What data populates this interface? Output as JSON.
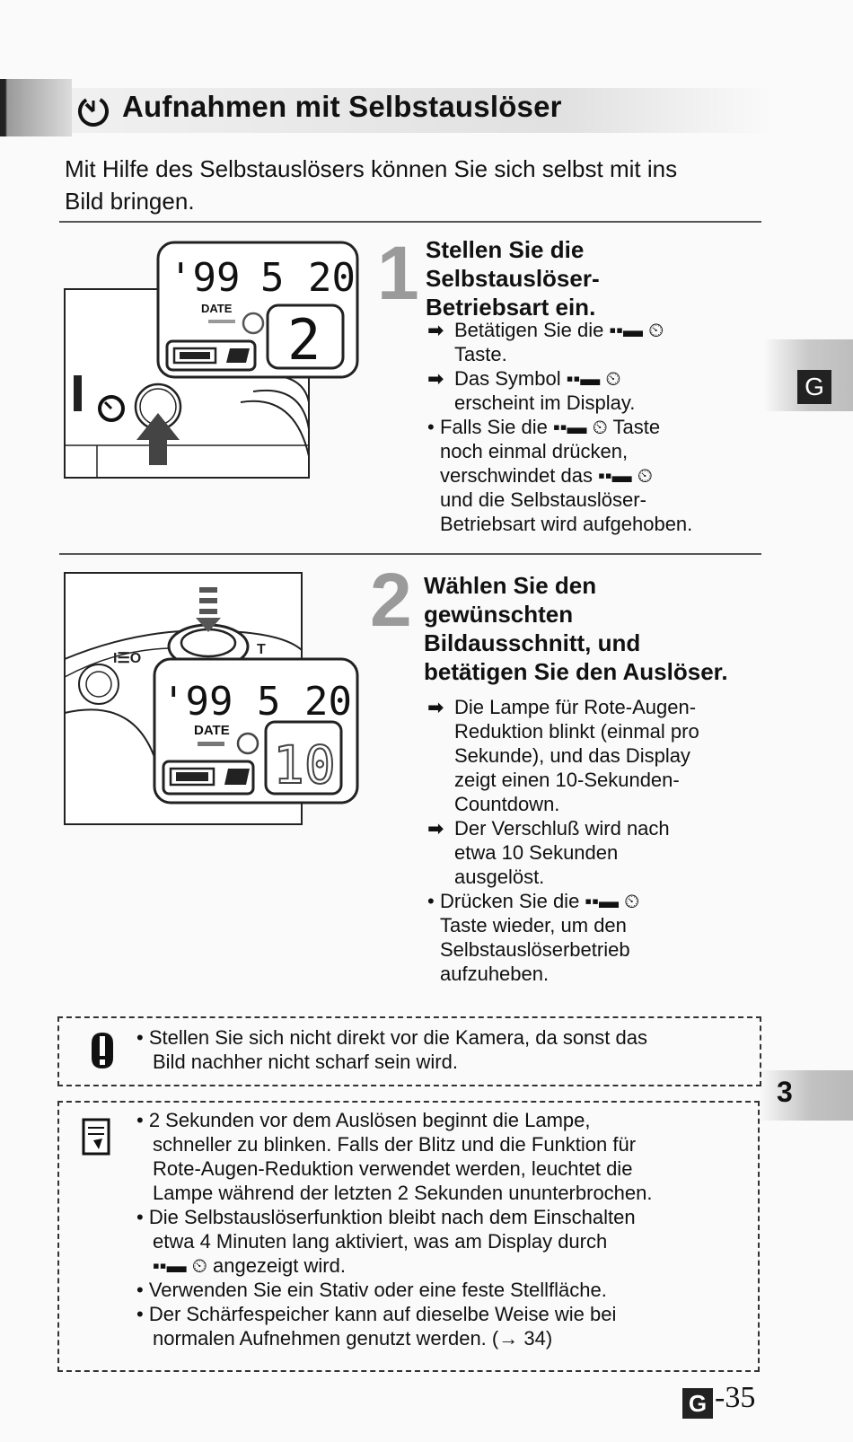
{
  "header": {
    "title": "Aufnahmen mit Selbstauslöser",
    "intro_lines": [
      "Mit Hilfe des Selbstauslösers können Sie sich selbst mit ins",
      "Bild bringen."
    ]
  },
  "side_tab": {
    "letter": "G",
    "chapter": "3"
  },
  "step1": {
    "number": "1",
    "heading_lines": [
      "Stellen Sie die",
      "Selbstauslöser-",
      "Betriebsart ein."
    ],
    "body_lines": [
      "Betätigen Sie die  ▪▪▬ ⏲",
      "Taste.",
      "Das Symbol  ▪▪▬ ⏲",
      "erscheint im Display.",
      "Falls Sie die  ▪▪▬ ⏲  Taste",
      "noch einmal drücken,",
      "verschwindet das  ▪▪▬ ⏲",
      "und die Selbstauslöser-",
      "Betriebsart wird aufgehoben."
    ],
    "lcd": {
      "left": "'99",
      "right": "5 20",
      "date": "DATE",
      "count": "2"
    }
  },
  "step2": {
    "number": "2",
    "heading_lines": [
      "Wählen Sie den",
      "gewünschten",
      "Bildausschnitt, und",
      "betätigen Sie den Auslöser."
    ],
    "body_lines": [
      "Die Lampe für Rote-Augen-",
      "Reduktion blinkt (einmal pro",
      "Sekunde), und das Display",
      "zeigt einen 10-Sekunden-",
      "Countdown.",
      "Der Verschluß wird nach",
      "etwa 10 Sekunden",
      "ausgelöst.",
      "Drücken Sie die  ▪▪▬ ⏲",
      "Taste wieder, um den",
      "Selbstauslöserbetrieb",
      "aufzuheben."
    ],
    "lcd": {
      "left": "'99",
      "right": "5 20",
      "date": "DATE",
      "count": "10"
    }
  },
  "caution": {
    "lines": [
      "• Stellen Sie sich nicht direkt vor die Kamera, da sonst das",
      "Bild nachher nicht scharf sein wird."
    ]
  },
  "memo": {
    "lines": [
      "• 2 Sekunden vor dem Auslösen beginnt die Lampe,",
      "schneller zu blinken. Falls der Blitz und die Funktion für",
      "Rote-Augen-Reduktion verwendet werden, leuchtet die",
      "Lampe während der letzten 2 Sekunden ununterbrochen.",
      "• Die Selbstauslöserfunktion bleibt nach dem Einschalten",
      "etwa 4 Minuten lang aktiviert, was am Display durch",
      "▪▪▬ ⏲  angezeigt wird.",
      "• Verwenden Sie ein Stativ oder eine feste Stellfläche.",
      "• Der Schärfespeicher kann auf dieselbe Weise wie bei",
      "normalen Aufnehmen genutzt werden. (→ 34)"
    ]
  },
  "footer": {
    "tab": "G",
    "page": "-35"
  }
}
